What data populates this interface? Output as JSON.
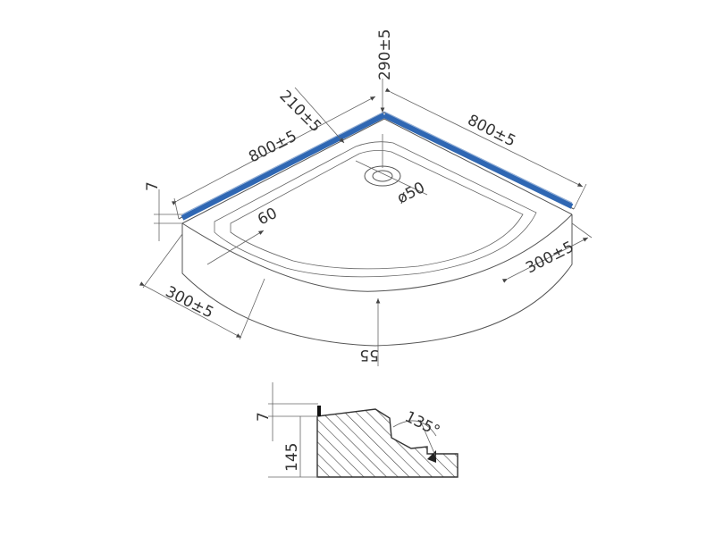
{
  "dimensions": {
    "left_side_length": "800±5",
    "right_side_length": "800±5",
    "lip_width_top": "210±5",
    "overall_height": "290±5",
    "drain_diameter": "ø50",
    "inner_offset": "60",
    "left_straight": "300±5",
    "right_straight": "300±5",
    "front_height": "55",
    "seal_thickness": "7",
    "profile_seal": "7",
    "profile_height": "145",
    "profile_angle": "135°"
  },
  "colors": {
    "seal_strip": "#2f67b3",
    "outline": "#555555",
    "hatch": "#444444"
  }
}
